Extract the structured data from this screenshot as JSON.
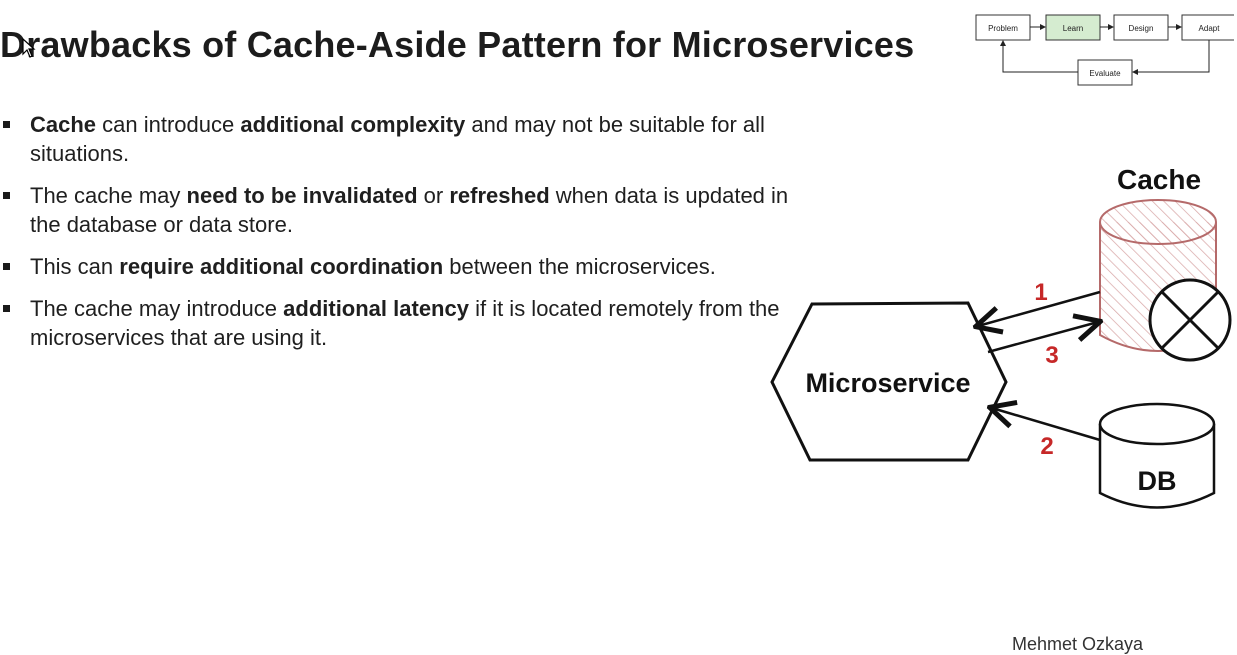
{
  "slide": {
    "title": "Drawbacks of Cache-Aside Pattern for Microservices",
    "bullets": [
      {
        "segments": [
          {
            "text": "Cache",
            "bold": true
          },
          {
            "text": " can introduce ",
            "bold": false
          },
          {
            "text": "additional complexity",
            "bold": true
          },
          {
            "text": " and may not be suitable for all situations.",
            "bold": false
          }
        ]
      },
      {
        "segments": [
          {
            "text": "The cache may ",
            "bold": false
          },
          {
            "text": "need to be invalidated",
            "bold": true
          },
          {
            "text": " or ",
            "bold": false
          },
          {
            "text": "refreshed",
            "bold": true
          },
          {
            "text": " when data is updated in the database or data store.",
            "bold": false
          }
        ]
      },
      {
        "segments": [
          {
            "text": "This can ",
            "bold": false
          },
          {
            "text": "require additional coordination",
            "bold": true
          },
          {
            "text": " between the microservices.",
            "bold": false
          }
        ]
      },
      {
        "segments": [
          {
            "text": "The cache may introduce ",
            "bold": false
          },
          {
            "text": "additional latency",
            "bold": true
          },
          {
            "text": " if it is located remotely from the microservices that are using it.",
            "bold": false
          }
        ]
      }
    ],
    "footer_author": "Mehmet Ozkaya"
  },
  "process_map": {
    "problem": "Problem",
    "learn": "Learn",
    "design": "Design",
    "adapt": "Adapt",
    "evaluate": "Evaluate",
    "active_color": "#d5ecd0"
  },
  "diagram": {
    "microservice_label": "Microservice",
    "cache_label": "Cache",
    "db_label": "DB",
    "step_1": "1",
    "step_2": "2",
    "step_3": "3",
    "step_color": "#c62828",
    "cache_color": "#b56a6a"
  }
}
